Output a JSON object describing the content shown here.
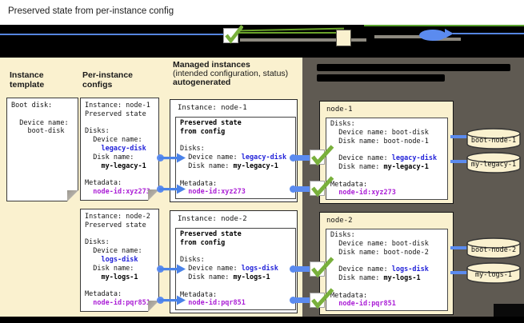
{
  "title": "Preserved state from per-instance config",
  "headers": {
    "template": "Instance template",
    "per_instance": "Per-instance configs",
    "managed_title": "Managed instances",
    "managed_sub": "(intended configuration, status)",
    "managed_note": "autogenerated"
  },
  "colors": {
    "connector_blue": "#4a82e8",
    "dot_blue": "#5b8bef",
    "text_blue": "#2323d9",
    "text_magenta": "#ab1fd6",
    "check_green": "#79b03c",
    "panel_cream": "#faf1cf",
    "panel_dark": "#5f5a52"
  },
  "template_doc": {
    "lines": [
      [
        [
          "Boot disk:"
        ]
      ],
      [
        [
          ""
        ]
      ],
      [
        [
          "  Device name:"
        ]
      ],
      [
        [
          "    boot-disk"
        ]
      ]
    ]
  },
  "per_instance_docs": [
    {
      "lines": [
        [
          [
            "Instance: node-1"
          ]
        ],
        [
          [
            "Preserved state"
          ]
        ],
        [
          [
            ""
          ]
        ],
        [
          [
            "Disks:"
          ]
        ],
        [
          [
            "  Device name:"
          ]
        ],
        [
          [
            "    "
          ],
          [
            "legacy-disk",
            "b"
          ]
        ],
        [
          [
            "  Disk name:"
          ]
        ],
        [
          [
            "    "
          ],
          [
            "my-legacy-1",
            "k"
          ]
        ],
        [
          [
            ""
          ]
        ],
        [
          [
            "Metadata:"
          ]
        ],
        [
          [
            "  "
          ],
          [
            "node-id:xyz273",
            "m"
          ]
        ]
      ]
    },
    {
      "lines": [
        [
          [
            "Instance: node-2"
          ]
        ],
        [
          [
            "Preserved state"
          ]
        ],
        [
          [
            ""
          ]
        ],
        [
          [
            "Disks:"
          ]
        ],
        [
          [
            "  Device name:"
          ]
        ],
        [
          [
            "    "
          ],
          [
            "logs-disk",
            "b"
          ]
        ],
        [
          [
            "  Disk name:"
          ]
        ],
        [
          [
            "    "
          ],
          [
            "my-logs-1",
            "k"
          ]
        ],
        [
          [
            ""
          ]
        ],
        [
          [
            "Metadata:"
          ]
        ],
        [
          [
            "  "
          ],
          [
            "node-id:pqr851",
            "m"
          ]
        ]
      ]
    }
  ],
  "managed_boxes": [
    {
      "label": "Instance: node-1",
      "lines": [
        [
          [
            "Preserved state",
            "k"
          ]
        ],
        [
          [
            "from config",
            "k"
          ]
        ],
        [
          [
            ""
          ]
        ],
        [
          [
            "Disks:"
          ]
        ],
        [
          [
            "  Device name: "
          ],
          [
            "legacy-disk",
            "b"
          ]
        ],
        [
          [
            "  Disk name: "
          ],
          [
            "my-legacy-1",
            "k"
          ]
        ],
        [
          [
            ""
          ]
        ],
        [
          [
            "Metadata:"
          ]
        ],
        [
          [
            "  "
          ],
          [
            "node-id:xyz273",
            "m"
          ]
        ]
      ]
    },
    {
      "label": "Instance: node-2",
      "lines": [
        [
          [
            "Preserved state",
            "k"
          ]
        ],
        [
          [
            "from config",
            "k"
          ]
        ],
        [
          [
            ""
          ]
        ],
        [
          [
            "Disks:"
          ]
        ],
        [
          [
            "  Device name: "
          ],
          [
            "logs-disk",
            "b"
          ]
        ],
        [
          [
            "  Disk name: "
          ],
          [
            "my-logs-1",
            "k"
          ]
        ],
        [
          [
            ""
          ]
        ],
        [
          [
            "Metadata:"
          ]
        ],
        [
          [
            "  "
          ],
          [
            "node-id:pqr851",
            "m"
          ]
        ]
      ]
    }
  ],
  "node_boxes": [
    {
      "name": "node-1",
      "lines": [
        [
          [
            "Disks:"
          ]
        ],
        [
          [
            "  Device name: boot-disk"
          ]
        ],
        [
          [
            "  Disk name: boot-node-1"
          ]
        ],
        [
          [
            ""
          ]
        ],
        [
          [
            "  Device name: "
          ],
          [
            "legacy-disk",
            "b"
          ]
        ],
        [
          [
            "  Disk name: "
          ],
          [
            "my-legacy-1",
            "k"
          ]
        ],
        [
          [
            ""
          ]
        ],
        [
          [
            "Metadata:"
          ]
        ],
        [
          [
            "  "
          ],
          [
            "node-id:xyz273",
            "m"
          ]
        ]
      ]
    },
    {
      "name": "node-2",
      "lines": [
        [
          [
            "Disks:"
          ]
        ],
        [
          [
            "  Device name: boot-disk"
          ]
        ],
        [
          [
            "  Disk name: boot-node-2"
          ]
        ],
        [
          [
            ""
          ]
        ],
        [
          [
            "  Device name: "
          ],
          [
            "logs-disk",
            "b"
          ]
        ],
        [
          [
            "  Disk name: "
          ],
          [
            "my-logs-1",
            "k"
          ]
        ],
        [
          [
            ""
          ]
        ],
        [
          [
            "Metadata:"
          ]
        ],
        [
          [
            "  "
          ],
          [
            "node-id:pqr851",
            "m"
          ]
        ]
      ]
    }
  ],
  "disks": [
    {
      "label": "boot-node-1"
    },
    {
      "label": "my-legacy-1"
    },
    {
      "label": "boot-node-2"
    },
    {
      "label": "my-logs-1"
    }
  ]
}
